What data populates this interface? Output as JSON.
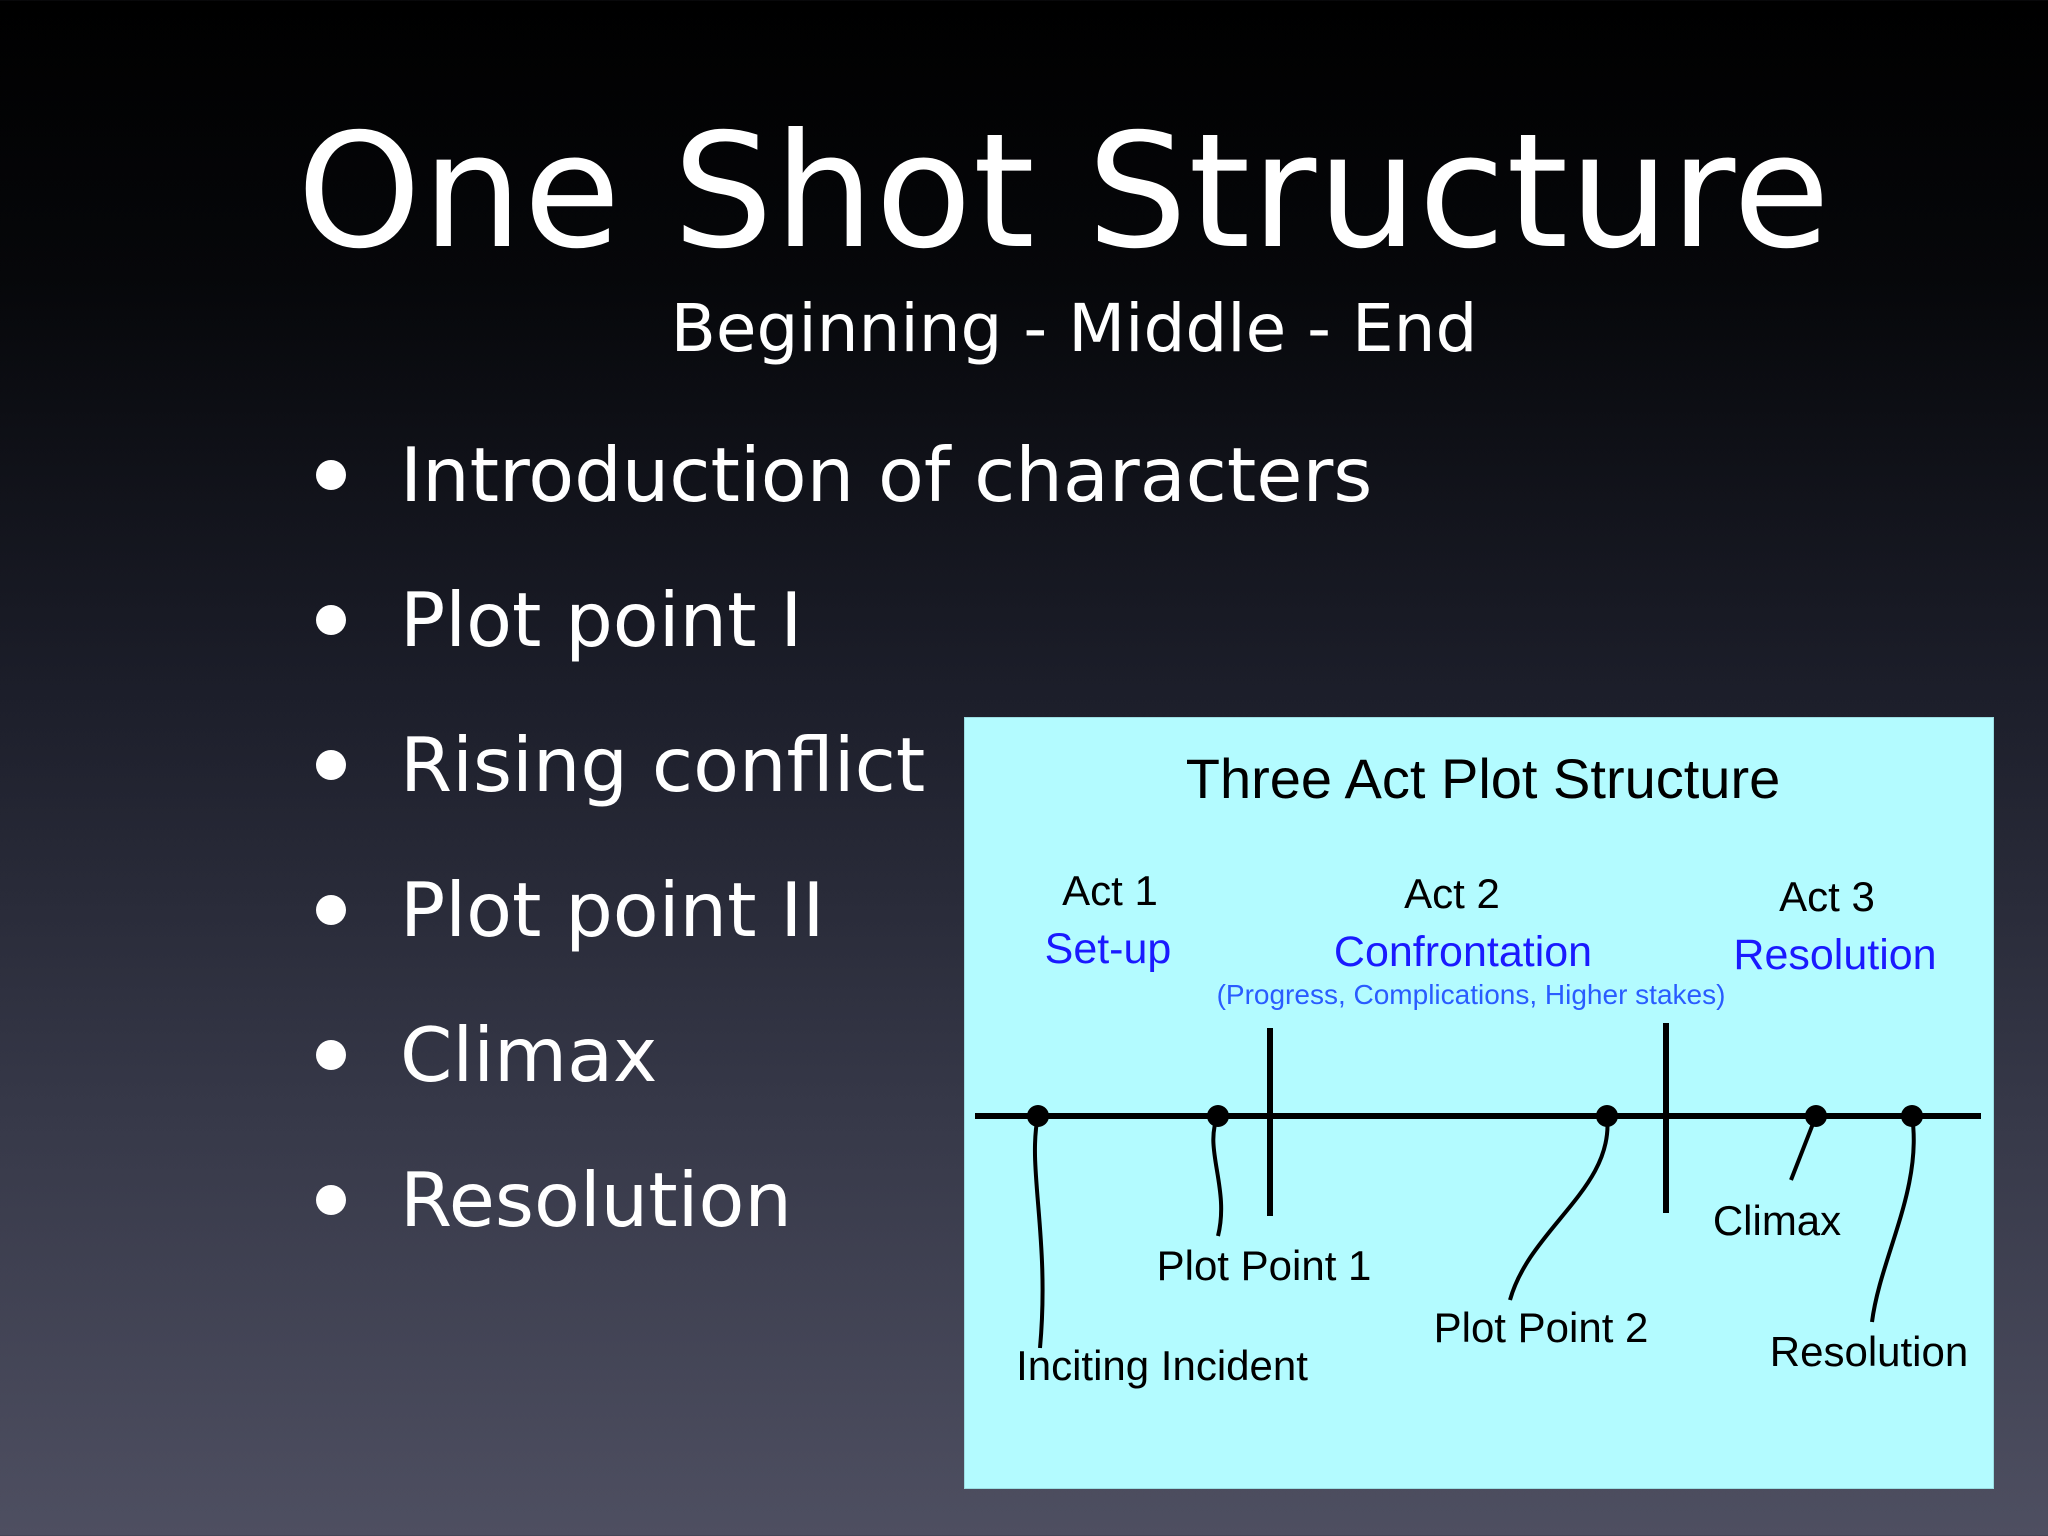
{
  "slide": {
    "title": "One Shot Structure",
    "subtitle": "Beginning - Middle - End",
    "bullets": [
      "Introduction of characters",
      "Plot point I",
      "Rising conflict",
      "Plot point II",
      "Climax",
      "Resolution"
    ]
  },
  "diagram": {
    "title": "Three Act Plot Structure",
    "acts": [
      {
        "label": "Act 1",
        "name": "Set-up",
        "note": ""
      },
      {
        "label": "Act 2",
        "name": "Confrontation",
        "note": "(Progress, Complications, Higher stakes)"
      },
      {
        "label": "Act 3",
        "name": "Resolution",
        "note": ""
      }
    ],
    "points": [
      "Inciting Incident",
      "Plot Point 1",
      "Plot Point 2",
      "Climax",
      "Resolution"
    ],
    "colors": {
      "background": "#b3fbff",
      "act_name": "#1a1aff",
      "note": "#2a5cff",
      "ink": "#000000"
    }
  }
}
